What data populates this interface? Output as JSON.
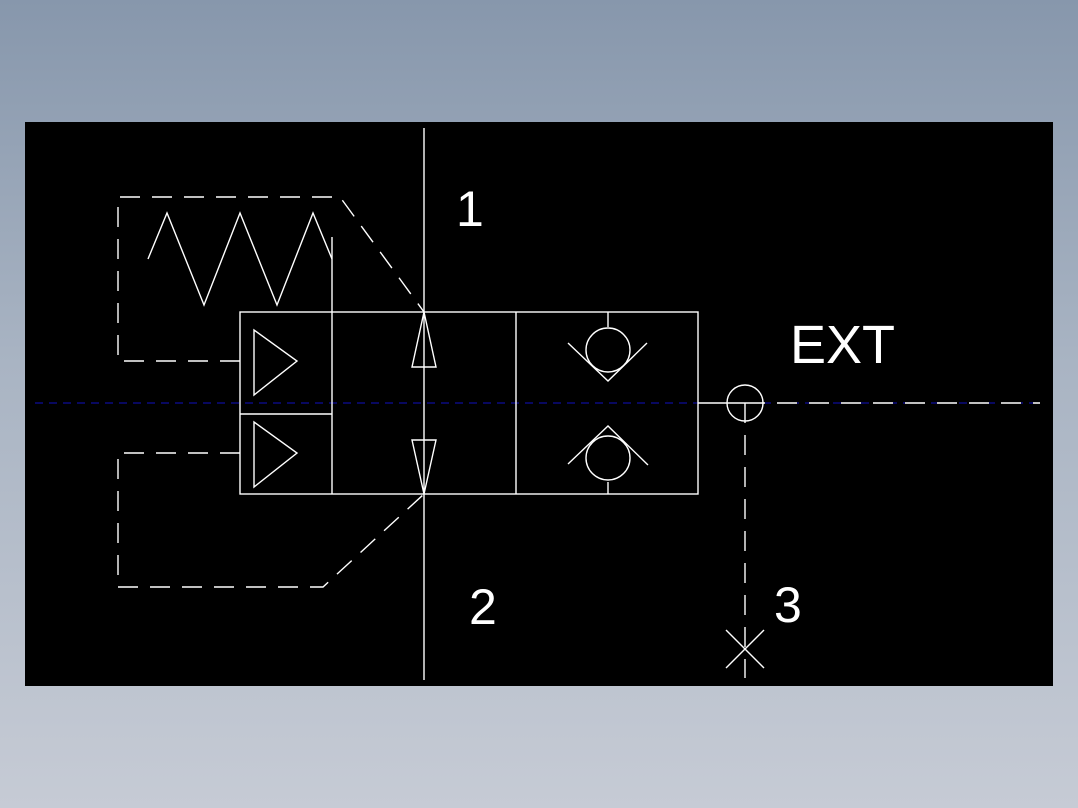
{
  "labels": {
    "port1": "1",
    "port2": "2",
    "port3": "3",
    "ext": "EXT"
  },
  "colors": {
    "background": "#000000",
    "lines": "#ffffff",
    "centerline": "#1010c0"
  }
}
